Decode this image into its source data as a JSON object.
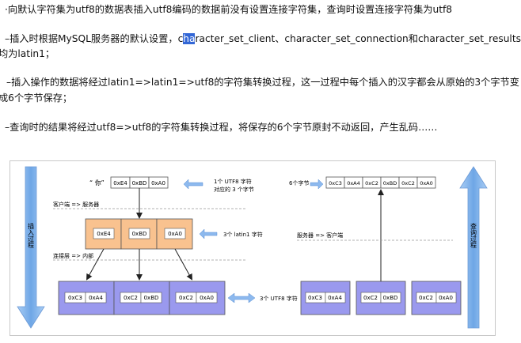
{
  "paragraphs": {
    "p1": "·向默认字符集为utf8的数据表插入utf8编码的数据前没有设置连接字符集，查询时设置连接字符集为utf8",
    "p2a_pre": "–插入时根据MySQL服务器的默认设置，c",
    "p2a_sel": "ha",
    "p2a_post": "racter_set_client、character_set_connection和character_set_results",
    "p2b": "均为latin1；",
    "p3a": "–插入操作的数据将经过latin1=>latin1=>utf8的字符集转换过程，这一过程中每个插入的汉字都会从原始的3个字节变",
    "p3b": "成6个字节保存；",
    "p4": "–查询时的结果将经过utf8=>utf8的字符集转换过程，将保存的6个字节原封不动返回，产生乱码……"
  },
  "diagram": {
    "left_arrow_label": "插入过程",
    "right_arrow_label": "查询过程",
    "char_label": "“ 你”",
    "top_left_bytes": [
      "0xE4",
      "0xBD",
      "0xA0"
    ],
    "top_left_note_1": "1个 UTF8 字符",
    "top_left_note_2": "对应的 3 个字节",
    "client_server_label": "客户端 => 服务器",
    "latin_bytes": [
      "0xE4",
      "0xBD",
      "0xA0"
    ],
    "latin_note": "3个 latin1 字符",
    "conn_inner_label": "连接层 => 内部",
    "bottom_left_groups": [
      [
        "0xC3",
        "0xA4"
      ],
      [
        "0xC2",
        "0xBD"
      ],
      [
        "0xC2",
        "0xA0"
      ]
    ],
    "middle_note": "3个 UTF8 字符",
    "bottom_right_groups": [
      [
        "0xC3",
        "0xA4"
      ],
      [
        "0xC2",
        "0xBD"
      ],
      [
        "0xC2",
        "0xA0"
      ]
    ],
    "six_bytes_label": "6个字节",
    "top_right_bytes": [
      "0xC3",
      "0xA4",
      "0xC2",
      "0xBD",
      "0xC2",
      "0xA0"
    ],
    "server_client_label": "服务器 => 客户端",
    "colors": {
      "orange": "#f9c28f",
      "purple": "#9a99ee",
      "blue_arrow": "#7fb2ea",
      "light_box": "#ffffff"
    }
  }
}
